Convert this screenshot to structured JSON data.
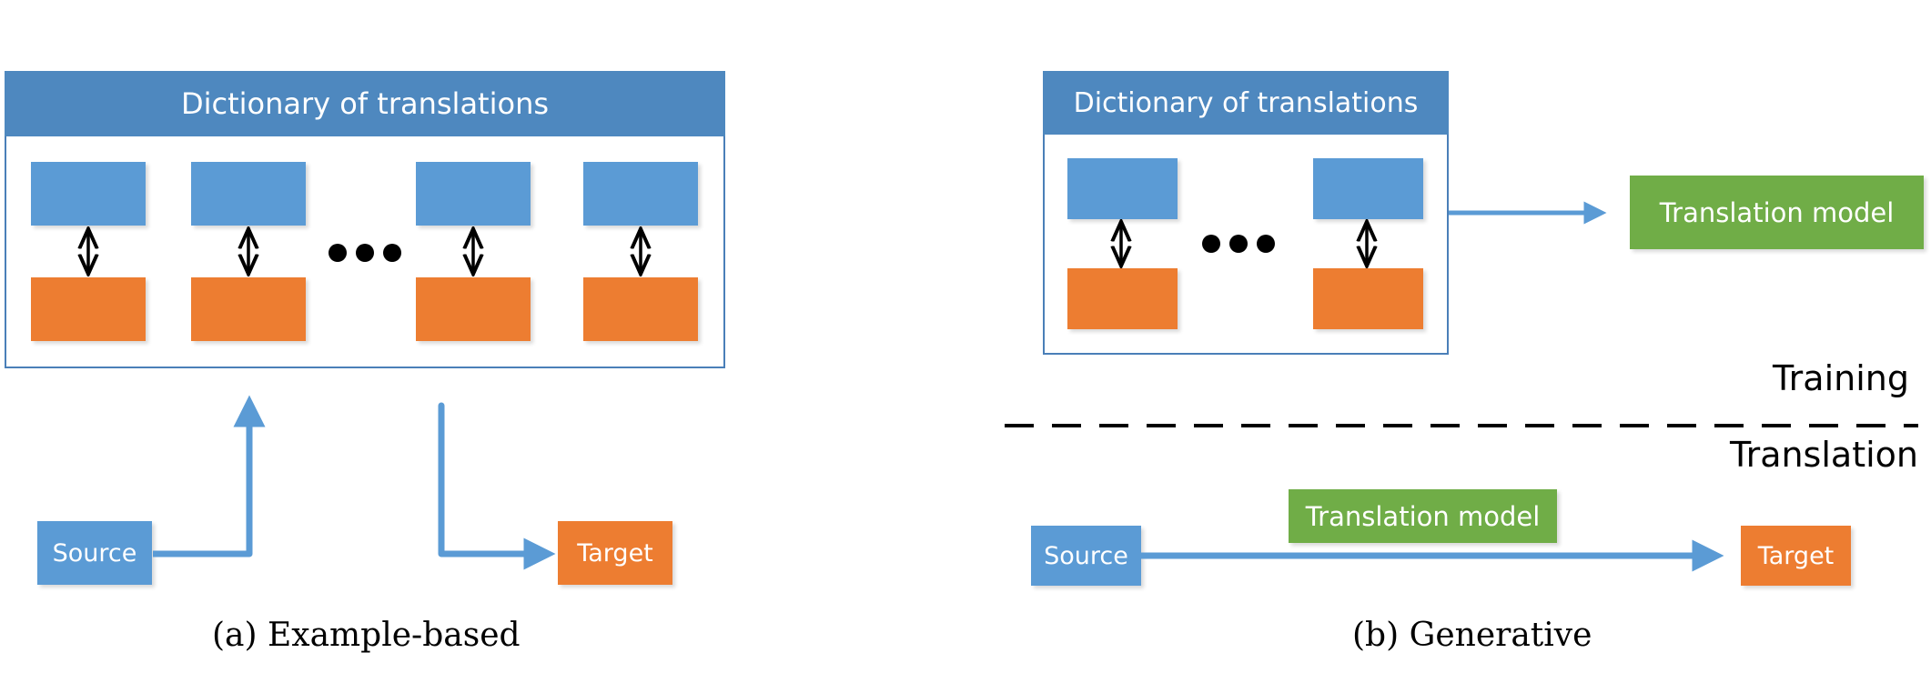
{
  "panel_a": {
    "dictionary_title": "Dictionary of translations",
    "source_label": "Source",
    "target_label": "Target",
    "caption": "(a) Example-based"
  },
  "panel_b": {
    "dictionary_title": "Dictionary of translations",
    "translation_model_label": "Translation model",
    "training_label": "Training",
    "translation_label": "Translation",
    "inference_model_label": "Translation model",
    "source_label": "Source",
    "target_label": "Target",
    "caption": "(b) Generative"
  },
  "colors": {
    "header_blue": "#4e88bf",
    "source_blue": "#5b9bd5",
    "target_orange": "#ed7d31",
    "model_green": "#70ad47",
    "arrow_blue": "#5b9bd5"
  }
}
